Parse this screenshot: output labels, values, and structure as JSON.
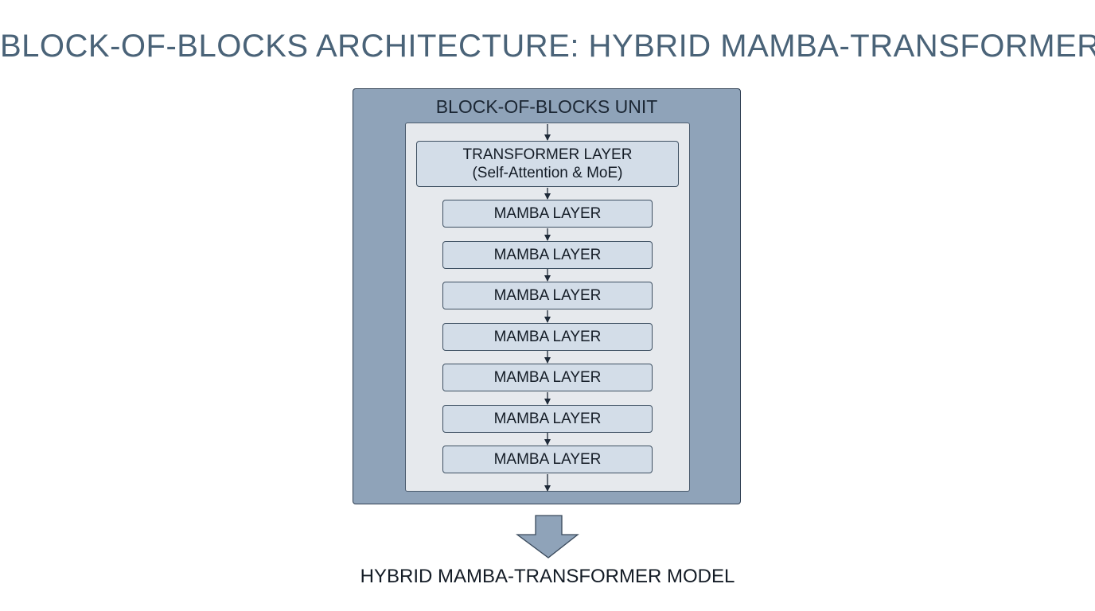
{
  "title": "BLOCK-OF-BLOCKS ARCHITECTURE: HYBRID MAMBA-TRANSFORMER",
  "unit": {
    "title": "BLOCK-OF-BLOCKS UNIT",
    "transformer": {
      "line1": "TRANSFORMER LAYER",
      "line2": "(Self-Attention & MoE)"
    },
    "mamba_layers": [
      "MAMBA LAYER",
      "MAMBA LAYER",
      "MAMBA LAYER",
      "MAMBA LAYER",
      "MAMBA LAYER",
      "MAMBA LAYER",
      "MAMBA LAYER"
    ]
  },
  "output_label": "HYBRID MAMBA-TRANSFORMER MODEL",
  "colors": {
    "title": "#4a6378",
    "outer_fill": "#8fa3b9",
    "inner_fill": "#e6e9ed",
    "layer_fill": "#d3dde8",
    "arrow": "#1e2a38",
    "big_arrow": "#8fa3b9"
  }
}
